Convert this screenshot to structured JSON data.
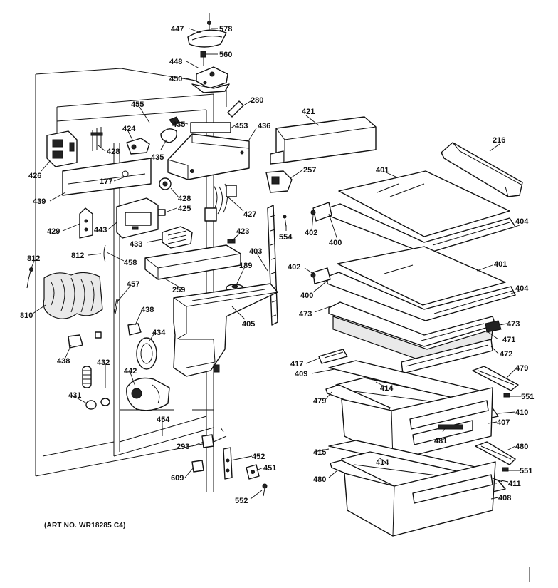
{
  "art_number": "(ART NO. WR18285 C4)",
  "callouts": {
    "c578": "578",
    "c447": "447",
    "c560": "560",
    "c448": "448",
    "c450": "450",
    "c280": "280",
    "c455": "455",
    "c435a": "435",
    "c453": "453",
    "c436": "436",
    "c421": "421",
    "c424": "424",
    "c428a": "428",
    "c435b": "435",
    "c426": "426",
    "c216": "216",
    "c257": "257",
    "c401a": "401",
    "c177": "177",
    "c439": "439",
    "c428b": "428",
    "c425": "425",
    "c427": "427",
    "c429": "429",
    "c443": "443",
    "c554": "554",
    "c402a": "402",
    "c404a": "404",
    "c400a": "400",
    "c423": "423",
    "c433": "433",
    "c812a": "812",
    "c812b": "812",
    "c458": "458",
    "c403": "403",
    "c189": "189",
    "c259": "259",
    "c401b": "401",
    "c402b": "402",
    "c404b": "404",
    "c400b": "400",
    "c810": "810",
    "c457": "457",
    "c473a": "473",
    "c405": "405",
    "c438a": "438",
    "c473b": "473",
    "c471": "471",
    "c434": "434",
    "c472": "472",
    "c417": "417",
    "c438b": "438",
    "c432": "432",
    "c409": "409",
    "c479a": "479",
    "c442": "442",
    "c414a": "414",
    "c551a": "551",
    "c431": "431",
    "c479b": "479",
    "c410": "410",
    "c454": "454",
    "c407": "407",
    "c481": "481",
    "c293": "293",
    "c480a": "480",
    "c415": "415",
    "c452": "452",
    "c414b": "414",
    "c551b": "551",
    "c451": "451",
    "c609": "609",
    "c480b": "480",
    "c411": "411",
    "c408": "408",
    "c552": "552"
  }
}
